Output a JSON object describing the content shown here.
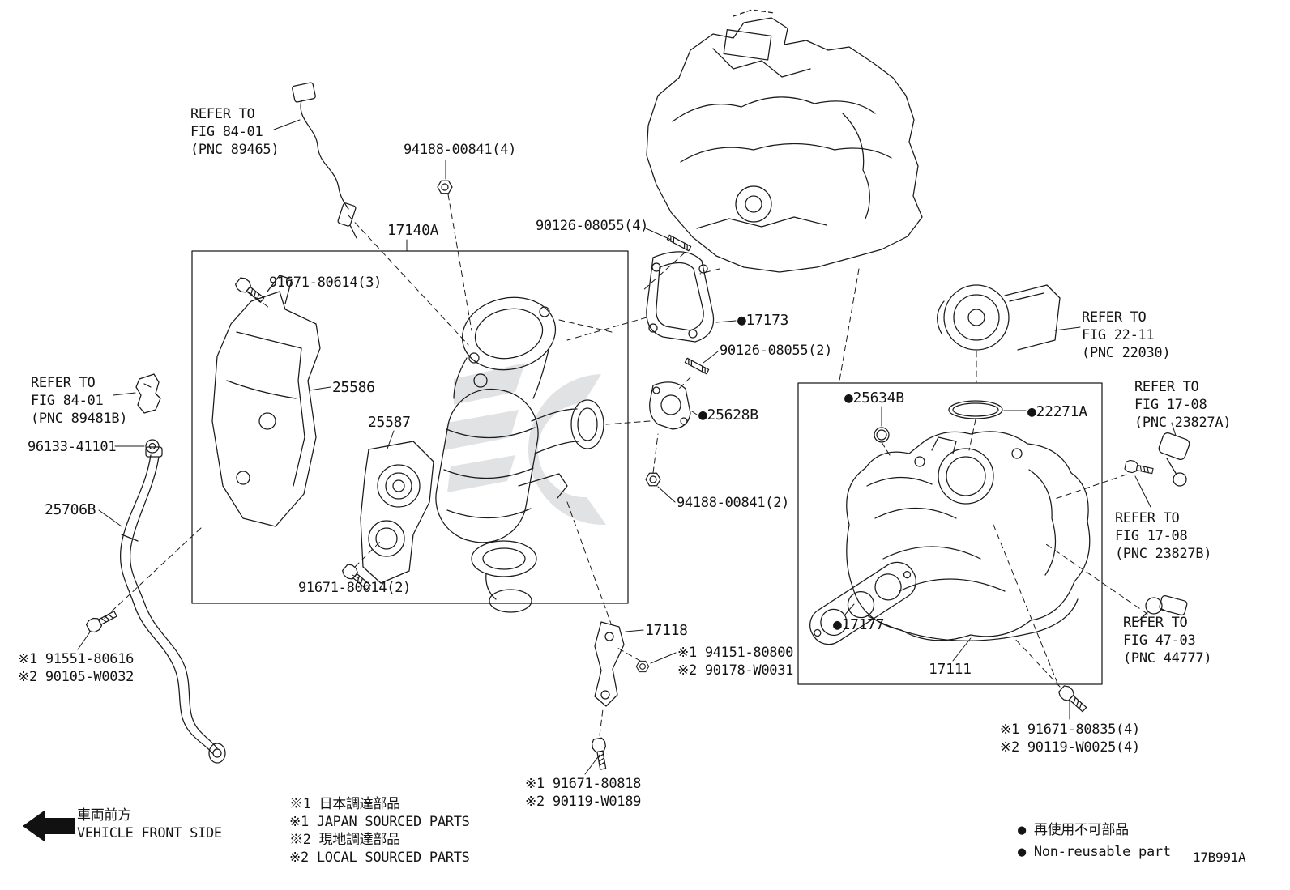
{
  "drawing_id": "17B991A",
  "callouts": {
    "refer_fig8401_pnc89465": [
      "REFER TO",
      "FIG 84-01",
      "(PNC 89465)"
    ],
    "nut_94188_4": "94188-00841(4)",
    "assy_17140A": "17140A",
    "stud_90126_4": "90126-08055(4)",
    "bolt_91671_80614_3": "91671-80614(3)",
    "gasket_17173": "●17173",
    "stud_90126_2": "90126-08055(2)",
    "refer_fig8401_pnc89481B": [
      "REFER TO",
      "FIG 84-01",
      "(PNC 89481B)"
    ],
    "shield_25586": "25586",
    "shield_25587": "25587",
    "gasket_25628B": "●25628B",
    "grommet_96133": "96133-41101",
    "hose_25706B": "25706B",
    "nut_94188_2": "94188-00841(2)",
    "refer_fig2211": [
      "REFER TO",
      "FIG 22-11",
      "(PNC 22030)"
    ],
    "oring_25634B": "●25634B",
    "oring_22271A": "●22271A",
    "refer_fig1708_a": [
      "REFER TO",
      "FIG 17-08",
      "(PNC 23827A)"
    ],
    "refer_fig1708_b": [
      "REFER TO",
      "FIG 17-08",
      "(PNC 23827B)"
    ],
    "bolt_91671_80614_2": "91671-80614(2)",
    "bracket_17118": "17118",
    "nut_94151": [
      "※1 94151-80800",
      "※2 90178-W0031"
    ],
    "gasket_17177": "●17177",
    "manifold_17111": "17111",
    "bolt_91551": [
      "※1 91551-80616",
      "※2 90105-W0032"
    ],
    "bolt_91671_80818": [
      "※1 91671-80818",
      "※2 90119-W0189"
    ],
    "bolt_91671_80835": [
      "※1 91671-80835(4)",
      "※2 90119-W0025(4)"
    ],
    "refer_fig4703": [
      "REFER TO",
      "FIG 47-03",
      "(PNC 44777)"
    ]
  },
  "legend": {
    "front_jp": "車両前方",
    "front_en": "VEHICLE FRONT SIDE",
    "sourced": [
      "※1 日本調達部品",
      "※1 JAPAN SOURCED PARTS",
      "※2 現地調達部品",
      "※2 LOCAL SOURCED PARTS"
    ],
    "nonreusable": [
      "● 再使用不可部品",
      "● Non-reusable part"
    ]
  }
}
